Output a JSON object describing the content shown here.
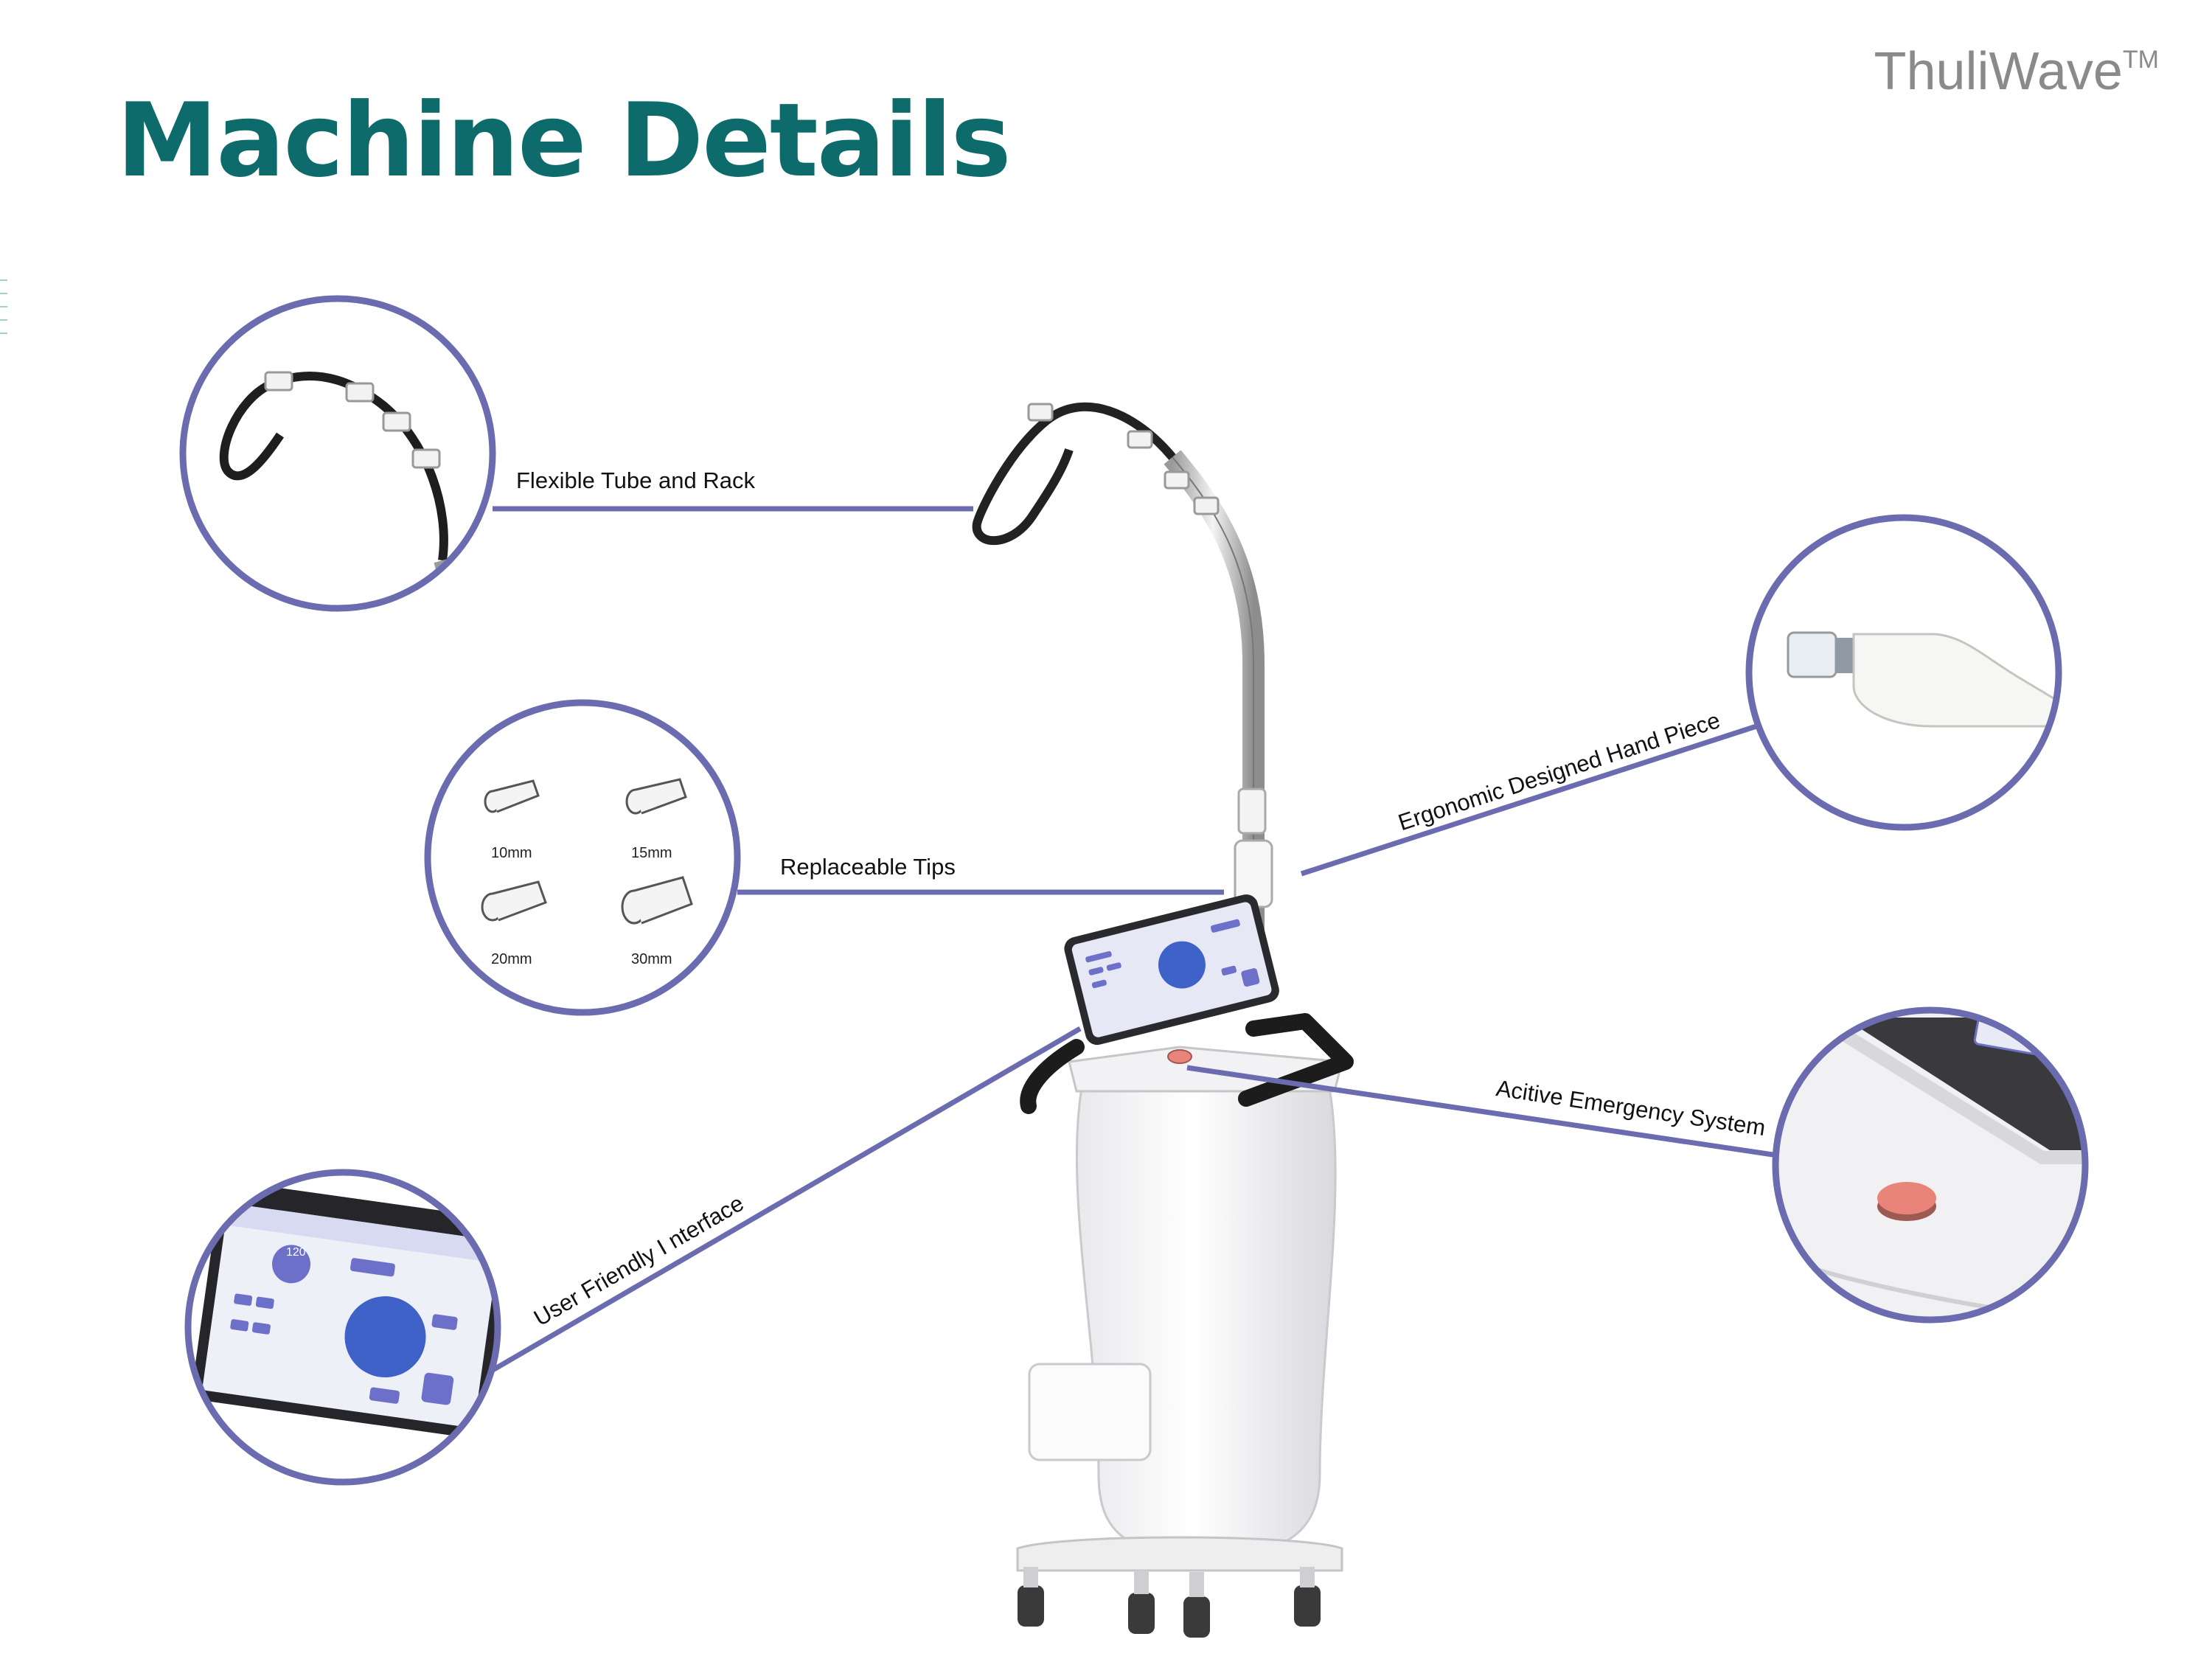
{
  "page": {
    "title": "Machine Details",
    "brand": "ThuliWave",
    "brand_mark": "TM"
  },
  "callouts": {
    "flexible_tube": "Flexible Tube and Rack",
    "replaceable_tips": "Replaceable Tips",
    "hand_piece": "Ergonomic Designed Hand Piece",
    "emergency": "Acitive Emergency System",
    "interface": "User Friendly I nterface"
  },
  "tips": [
    "10mm",
    "15mm",
    "20mm",
    "30mm"
  ],
  "screen": {
    "value": "120"
  },
  "colors": {
    "title": "#0e6b6b",
    "ring": "#6b6bb0",
    "brand": "#8a8a8a",
    "button": "#e8847a"
  }
}
